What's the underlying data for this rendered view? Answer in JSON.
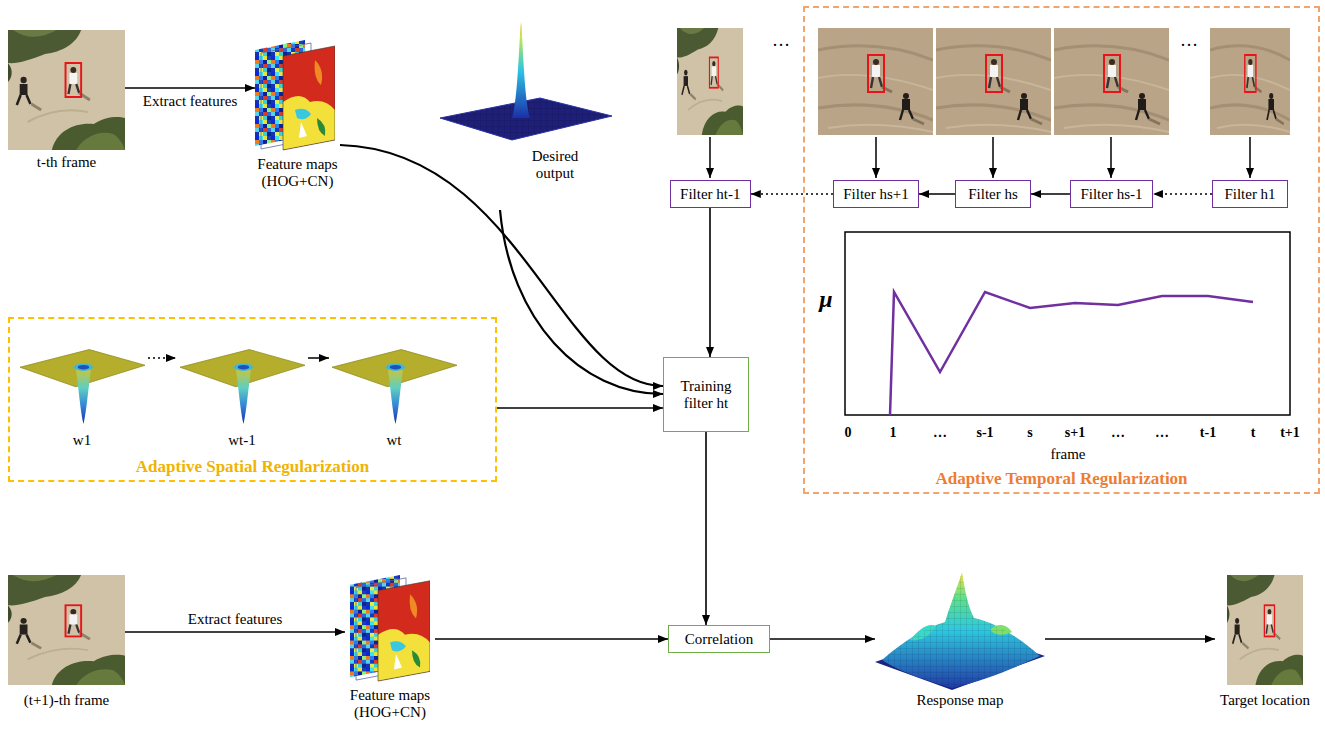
{
  "diagram": {
    "nodes": [
      {
        "text": [
          "t-th frame"
        ]
      },
      {
        "text": [
          "Feature maps (HOG+CN)"
        ]
      },
      {
        "text": [
          "Desired output"
        ]
      },
      {
        "text": [
          "Filter ht-1"
        ]
      },
      {
        "text": [
          "Adaptive Temporal Regularization"
        ]
      },
      {
        "text": [
          "Filter hs+1"
        ],
        "in": 4
      },
      {
        "text": [
          "Filter hs"
        ],
        "in": 4
      },
      {
        "text": [
          "Filter hs-1"
        ],
        "in": 4
      },
      {
        "text": [
          "Filter h1"
        ],
        "in": 4
      },
      {
        "text": [
          "Adaptive Spatial Regularization"
        ]
      },
      {
        "text": [
          "Training filter ht"
        ]
      },
      {
        "text": [
          "(t+1)-th frame"
        ]
      },
      {
        "text": [
          "Feature maps (HOG+CN)"
        ]
      },
      {
        "text": [
          "Correlation"
        ]
      },
      {
        "text": [
          "Response map"
        ]
      },
      {
        "text": [
          "Target location"
        ]
      }
    ],
    "edges": [
      {
        "from": 0,
        "to": 1,
        "arrow": "to",
        "label": "Extract features"
      },
      {
        "from": 1,
        "to": 10,
        "arrow": "to"
      },
      {
        "from": 2,
        "to": 10,
        "arrow": "to"
      },
      {
        "from": 8,
        "to": 7,
        "arrow": "to"
      },
      {
        "from": 7,
        "to": 6,
        "arrow": "to"
      },
      {
        "from": 6,
        "to": 5,
        "arrow": "to"
      },
      {
        "from": 5,
        "to": 3,
        "arrow": "to"
      },
      {
        "from": 3,
        "to": 10,
        "arrow": "to"
      },
      {
        "from": 9,
        "to": 10,
        "arrow": "to"
      },
      {
        "from": 11,
        "to": 12,
        "arrow": "to",
        "label": "Extract features"
      },
      {
        "from": 12,
        "to": 13,
        "arrow": "to"
      },
      {
        "from": 10,
        "to": 13,
        "arrow": "to"
      },
      {
        "from": 13,
        "to": 14,
        "arrow": "to"
      },
      {
        "from": 14,
        "to": 15,
        "arrow": "to"
      }
    ],
    "labels": [
      "…",
      "…",
      "w1",
      "wt-1",
      "wt",
      "μ",
      "0",
      "1",
      "…",
      "s-1",
      "s",
      "s+1",
      "…",
      "…",
      "t-1",
      "t",
      "t+1",
      "frame"
    ]
  }
}
